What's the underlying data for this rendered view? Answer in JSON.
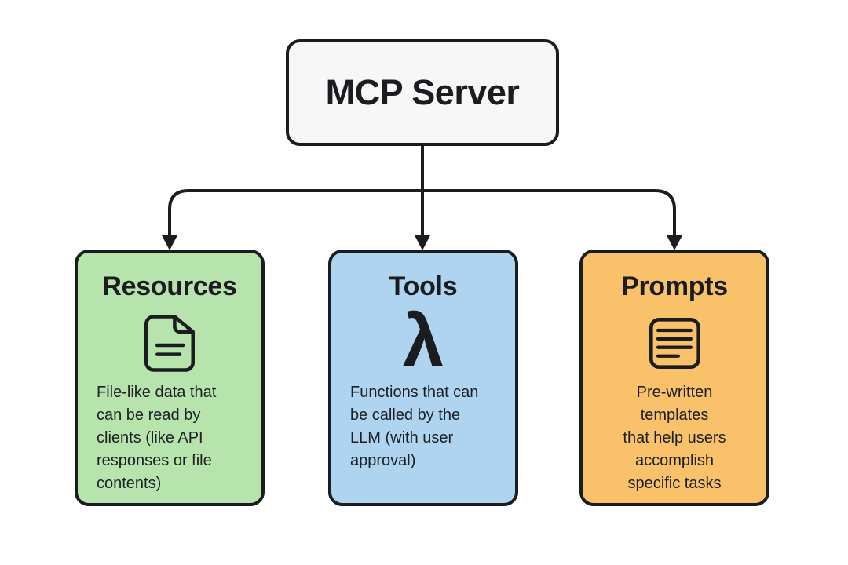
{
  "page": {
    "background": "#ffffff"
  },
  "text_color": "#1c1f24",
  "root_node": {
    "title": "MCP Server",
    "fill": "#f7f7f8"
  },
  "connectors": {
    "color": "#1a1c20"
  },
  "cards": [
    {
      "title": "Resources",
      "icon": "file-document-icon",
      "description": "File-like data that\ncan be read by\nclients (like API\nresponses or file\ncontents)",
      "fill": "#b7e3ad",
      "text_align": "left"
    },
    {
      "title": "Tools",
      "icon": "lambda-icon",
      "icon_glyph": "λ",
      "description": "Functions that can\nbe called by the\nLLM (with user\napproval)",
      "fill": "#aed4f0",
      "text_align": "left"
    },
    {
      "title": "Prompts",
      "icon": "document-lines-icon",
      "description": "Pre-written templates\nthat help users\naccomplish\nspecific tasks",
      "fill": "#f9c169",
      "text_align": "center"
    }
  ]
}
